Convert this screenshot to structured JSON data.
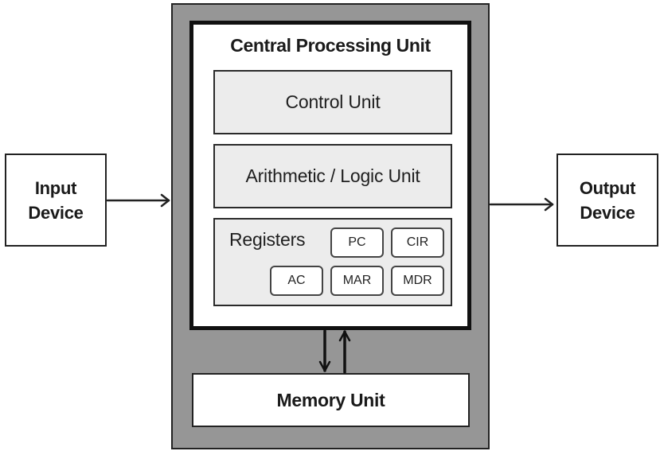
{
  "input_device": {
    "line1": "Input",
    "line2": "Device"
  },
  "output_device": {
    "line1": "Output",
    "line2": "Device"
  },
  "cpu": {
    "title": "Central Processing Unit",
    "control_unit": "Control Unit",
    "alu": "Arithmetic / Logic Unit",
    "registers": {
      "label": "Registers",
      "items": [
        "PC",
        "CIR",
        "AC",
        "MAR",
        "MDR"
      ]
    }
  },
  "memory_unit": "Memory Unit"
}
